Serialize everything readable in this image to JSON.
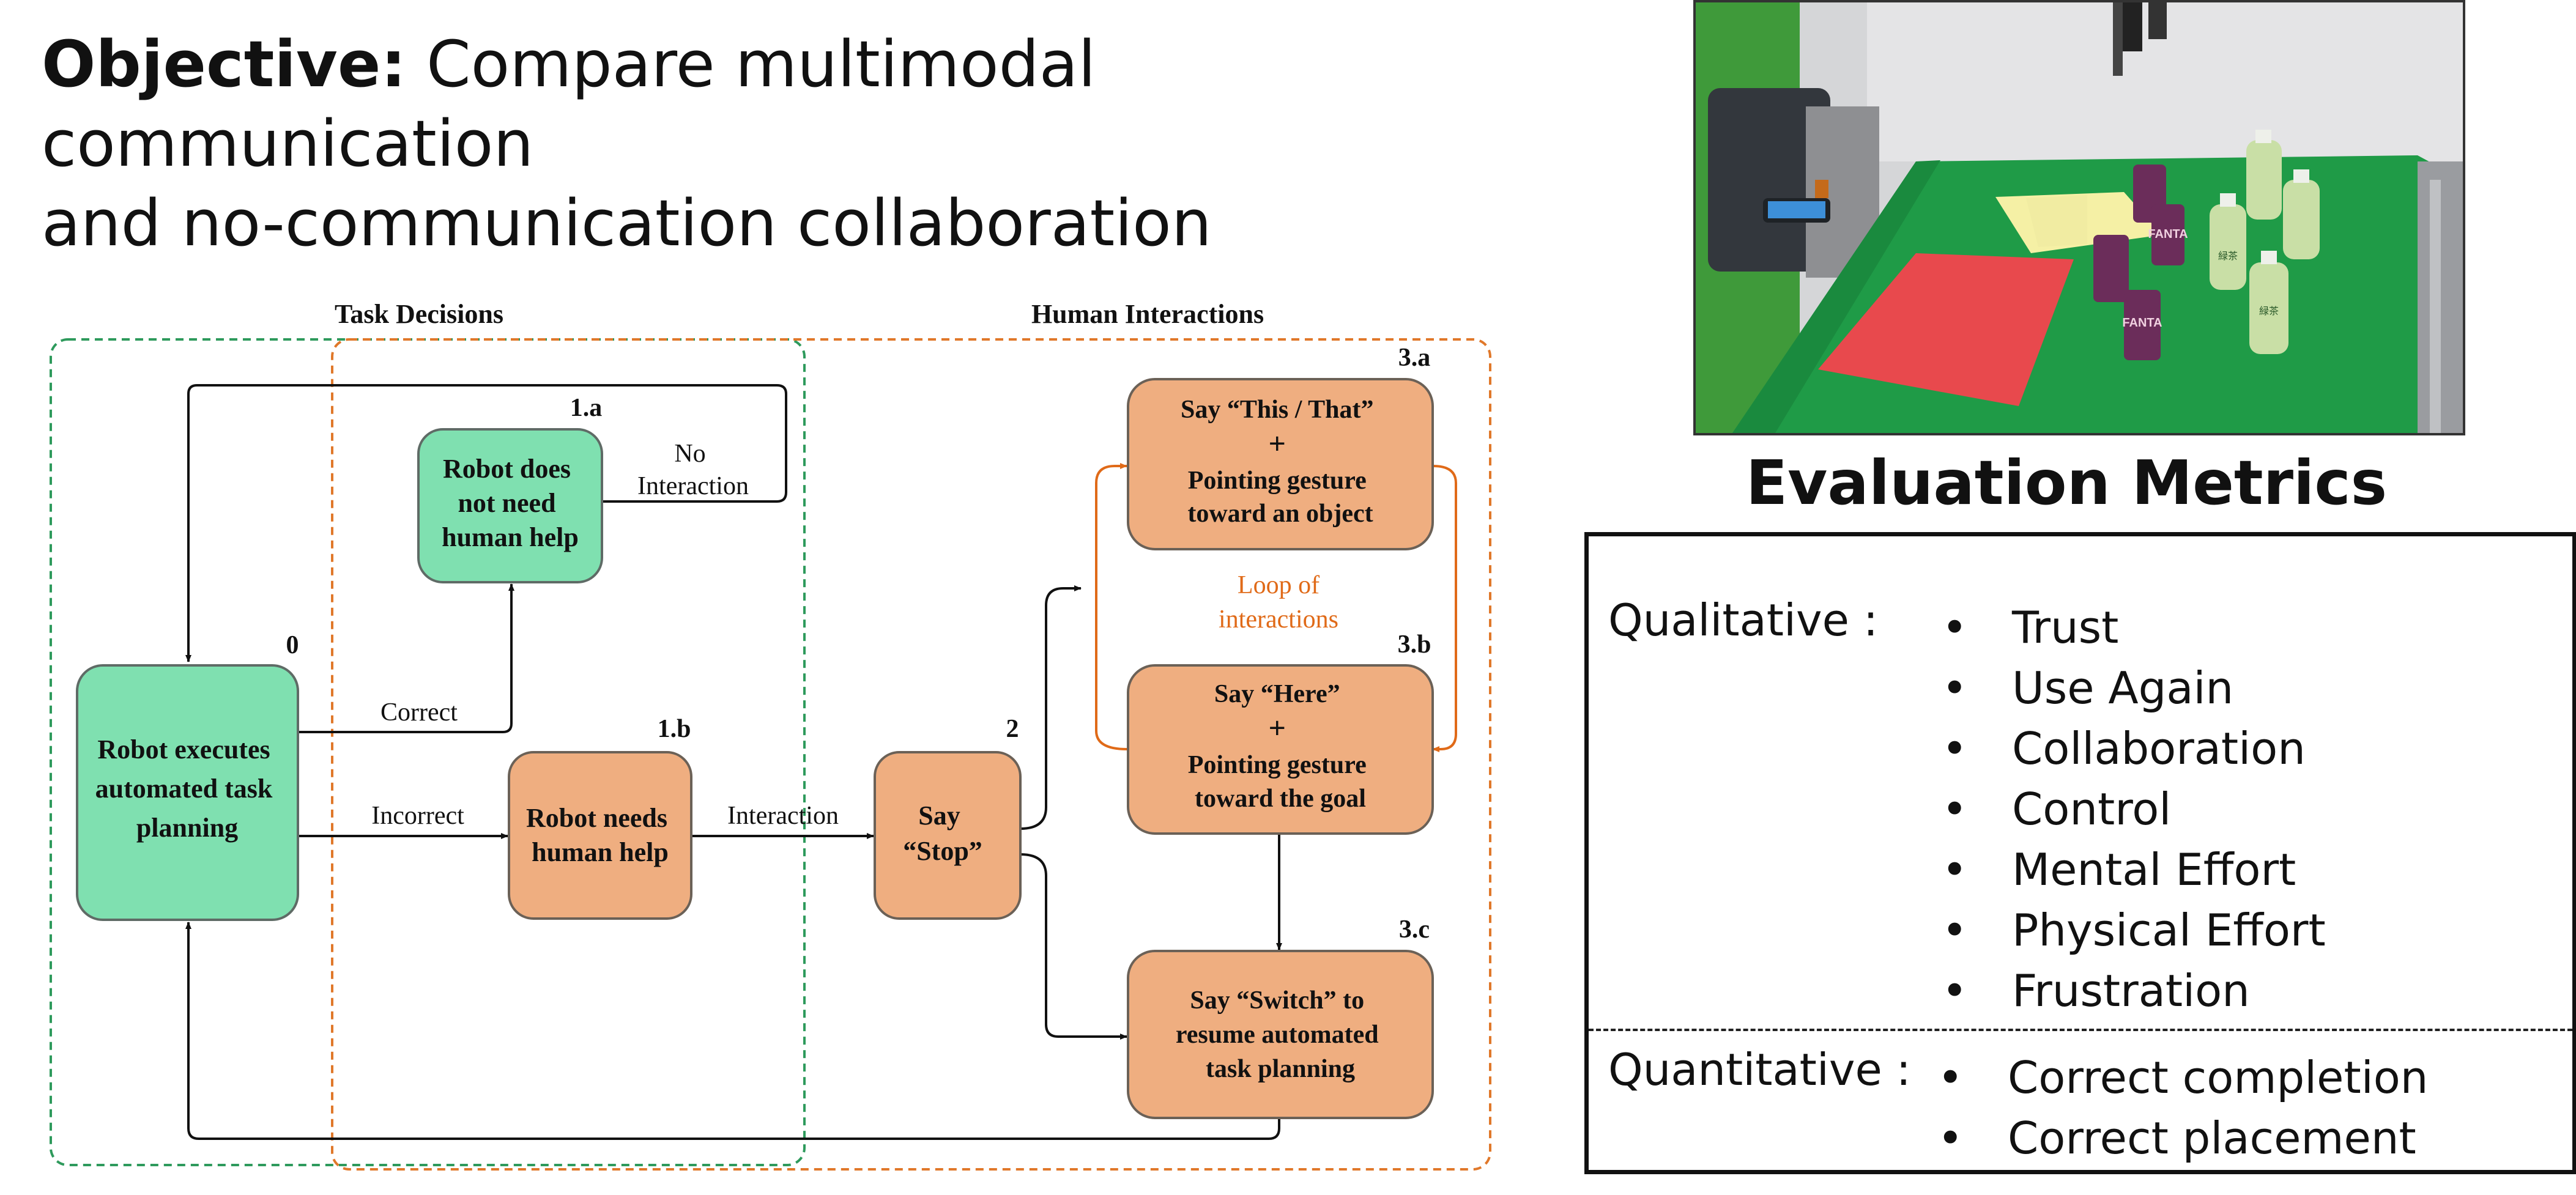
{
  "objective": {
    "keyword": "Objective:",
    "line1": "Compare multimodal communication",
    "line2": "and no-communication collaboration"
  },
  "diagram": {
    "groups": {
      "task_decisions": "Task Decisions",
      "human_interactions": "Human Interactions"
    },
    "nodes": {
      "n0": {
        "number": "0",
        "lines": [
          "Robot executes",
          "automated task",
          "planning"
        ]
      },
      "n1a": {
        "number": "1.a",
        "lines": [
          "Robot does",
          "not need",
          "human help"
        ]
      },
      "n1b": {
        "number": "1.b",
        "lines": [
          "Robot needs",
          "human help"
        ]
      },
      "n2": {
        "number": "2",
        "lines": [
          "Say",
          "“Stop”"
        ]
      },
      "n3a": {
        "number": "3.a",
        "lines": [
          "Say “This / That”",
          "+",
          "Pointing gesture",
          "toward an object"
        ]
      },
      "n3b": {
        "number": "3.b",
        "lines": [
          "Say “Here”",
          "+",
          "Pointing gesture",
          "toward the goal"
        ]
      },
      "n3c": {
        "number": "3.c",
        "lines": [
          "Say “Switch” to",
          "resume automated",
          "task planning"
        ]
      }
    },
    "edges": {
      "no_interaction": [
        "No",
        "Interaction"
      ],
      "correct": "Correct",
      "incorrect": "Incorrect",
      "interaction": "Interaction",
      "loop": [
        "Loop of",
        "interactions"
      ]
    },
    "colors": {
      "green_fill": "#7fe0b0",
      "orange_fill": "#efae80",
      "green_dash": "#2e9a5c",
      "orange_dash": "#e0782a",
      "orange_arrow": "#e06a18"
    }
  },
  "photo": {
    "labels": {
      "can": "FANTA",
      "bottle": "緑茶"
    }
  },
  "metrics": {
    "title": "Evaluation Metrics",
    "bullet": "•",
    "qualitative_label": "Qualitative :",
    "qualitative": [
      "Trust",
      "Use Again",
      "Collaboration",
      "Control",
      "Mental Effort",
      "Physical Effort",
      "Frustration"
    ],
    "quantitative_label": "Quantitative :",
    "quantitative": [
      "Correct completion",
      "Correct placement"
    ]
  }
}
